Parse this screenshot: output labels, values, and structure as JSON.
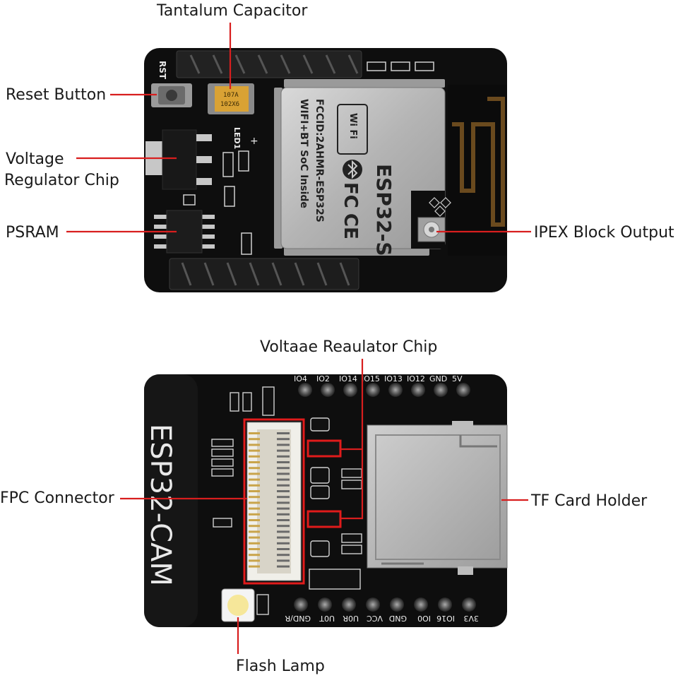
{
  "top_board": {
    "labels": {
      "tantalum": "Tantalum Capacitor",
      "reset": "Reset Button",
      "regulator_line1": "Voltage",
      "regulator_line2": "Regulator Chip",
      "psram": "PSRAM",
      "ipex": "IPEX Block Output"
    },
    "silk": {
      "rst": "RST",
      "led": "LED1",
      "plus": "+",
      "cap_text1": "107A",
      "cap_text2": "102X6"
    },
    "module": {
      "wifi_badge": "Wi Fi",
      "title": "ESP32-S",
      "fcc_id": "FCCID:2AHMR-ESP32S",
      "soc": "WIFI+BT SoC Inside",
      "fc_mark": "FC",
      "ce_mark": "CE"
    }
  },
  "bottom_board": {
    "labels": {
      "regulator": "Voltaae Reaulator Chip",
      "fpc": "FPC Connector",
      "tf": "TF Card Holder",
      "flash": "Flash Lamp"
    },
    "board_name": "ESP32-CAM",
    "top_pins": [
      "IO4",
      "IO2",
      "IO14",
      "IO15",
      "IO13",
      "IO12",
      "GND",
      "5V"
    ],
    "bottom_pins": [
      "GND/R",
      "U0T",
      "U0R",
      "VCC",
      "GND",
      "IO0",
      "IO16",
      "3V3"
    ]
  },
  "colors": {
    "leader": "#d81e1e",
    "pcb": "#101010",
    "metal": "#b9b9b9",
    "highlight_box": "#e01b1b"
  }
}
